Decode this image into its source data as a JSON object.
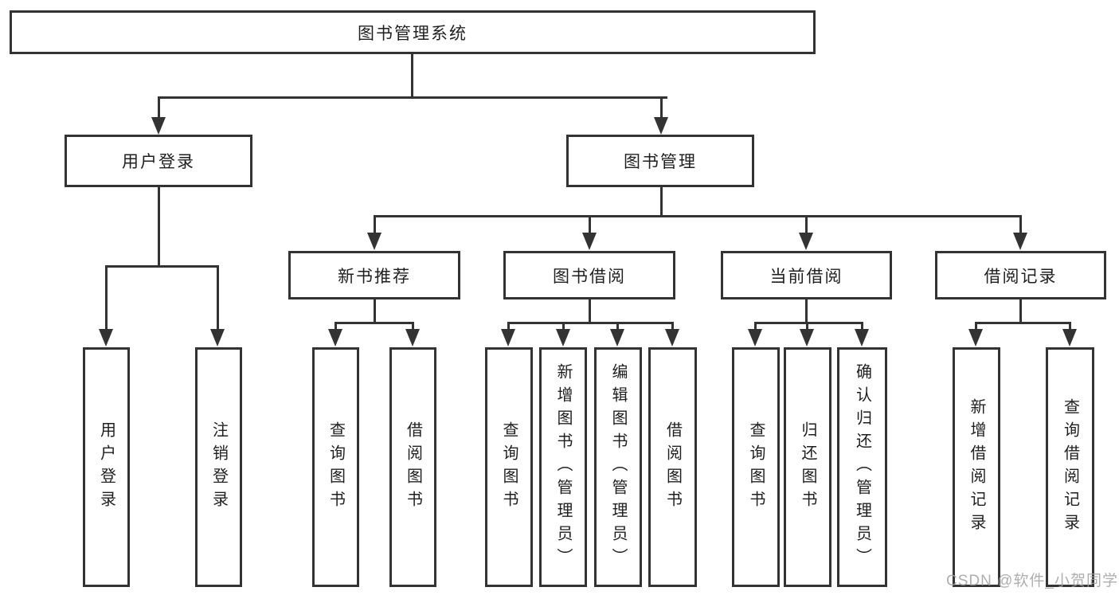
{
  "title": "图书管理系统",
  "nodes": {
    "root": "图书管理系统",
    "user_login": "用户登录",
    "book_management": "图书管理",
    "new_book_recommend": "新书推荐",
    "book_borrowing": "图书借阅",
    "current_borrowing": "当前借阅",
    "borrowing_records": "借阅记录",
    "leaf_user_login": "用户登录",
    "leaf_logout": "注销登录",
    "leaf_query_books_recommend": "查询图书",
    "leaf_borrow_books_recommend": "借阅图书",
    "leaf_query_books_borrowing": "查询图书",
    "leaf_add_books_admin": "新增图书（管理员）",
    "leaf_edit_books_admin": "编辑图书（管理员）",
    "leaf_borrow_books_borrowing": "借阅图书",
    "leaf_query_books_current": "查询图书",
    "leaf_return_books": "归还图书",
    "leaf_confirm_return_admin": "确认归还（管理员）",
    "leaf_add_borrow_record": "新增借阅记录",
    "leaf_query_borrow_record": "查询借阅记录"
  },
  "watermark": "CSDN @软件_小贺同学",
  "colors": {
    "stroke": "#333333",
    "text": "#1f1f1f",
    "watermark": "#a0a0a0",
    "background": "#ffffff"
  }
}
